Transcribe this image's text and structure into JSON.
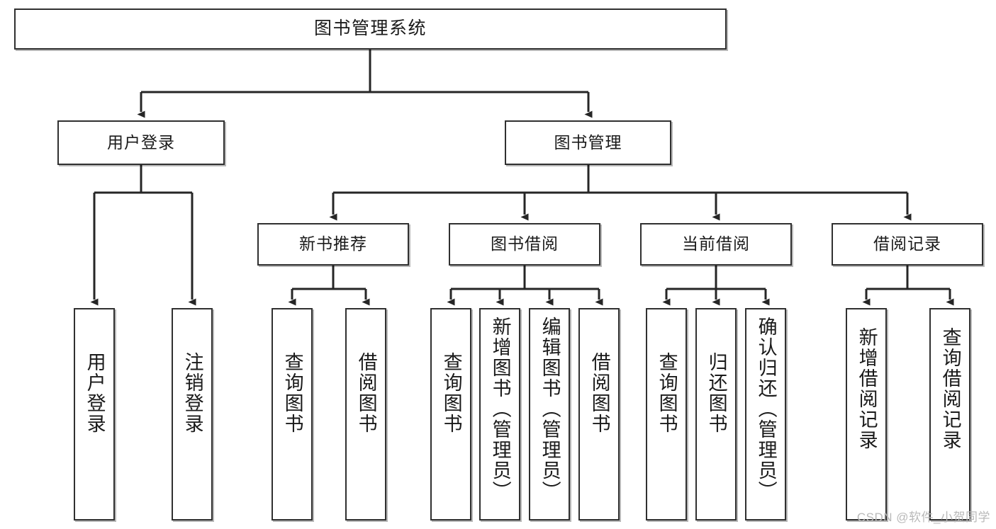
{
  "diagram": {
    "type": "tree-hierarchy-chart",
    "title": "图书管理系统",
    "watermark": "CSDN @软件_小贺同学",
    "colors": {
      "box_border": "#303030",
      "box_fill": "#ffffff",
      "connector": "#262626",
      "text": "#1a1a1a",
      "watermark": "#b9b9b9"
    },
    "root": {
      "label": "图书管理系统"
    },
    "level2": [
      {
        "label": "用户登录"
      },
      {
        "label": "图书管理"
      }
    ],
    "level3": [
      {
        "label": "新书推荐"
      },
      {
        "label": "图书借阅"
      },
      {
        "label": "当前借阅"
      },
      {
        "label": "借阅记录"
      }
    ],
    "leaves": {
      "user_login": [
        {
          "label": "用户登录"
        },
        {
          "label": "注销登录"
        }
      ],
      "new_book": [
        {
          "label": "查询图书"
        },
        {
          "label": "借阅图书"
        }
      ],
      "book_borrow": [
        {
          "label": "查询图书"
        },
        {
          "label": "新增图书（管理员）"
        },
        {
          "label": "编辑图书（管理员）"
        },
        {
          "label": "借阅图书"
        }
      ],
      "current_borrow": [
        {
          "label": "查询图书"
        },
        {
          "label": "归还图书"
        },
        {
          "label": "确认归还（管理员）"
        }
      ],
      "borrow_record": [
        {
          "label": "新增借阅记录"
        },
        {
          "label": "查询借阅记录"
        }
      ]
    }
  }
}
